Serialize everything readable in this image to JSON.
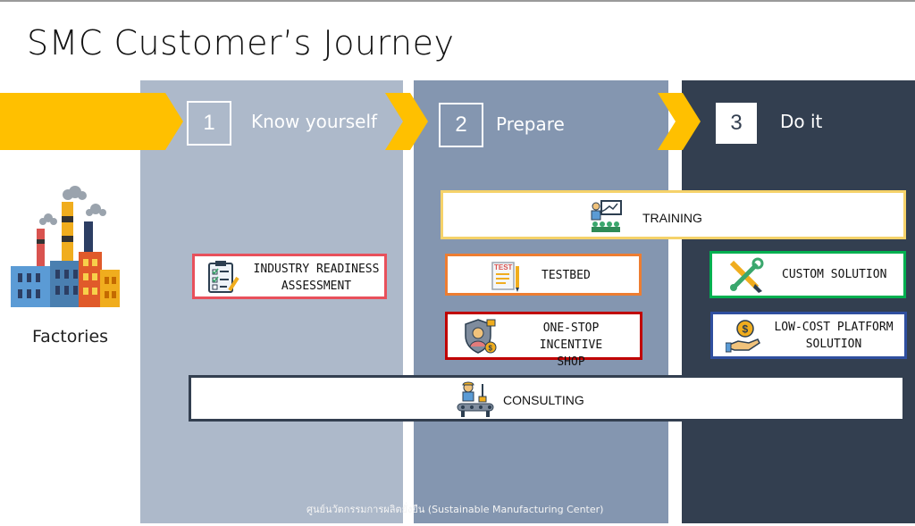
{
  "title": "SMC Customer’s  Journey",
  "steps": [
    {
      "number": "1",
      "label": "Know yourself"
    },
    {
      "number": "2",
      "label": "Prepare"
    },
    {
      "number": "3",
      "label": "Do it"
    }
  ],
  "factory": {
    "label": "Factories",
    "icon": "factory-icon"
  },
  "services": {
    "training": {
      "label": "TRAINING",
      "icon": "trainer-presentation-icon"
    },
    "industry_readiness": {
      "line1": "INDUSTRY READINESS",
      "line2": "ASSESSMENT",
      "icon": "checklist-clipboard-icon"
    },
    "testbed": {
      "label": "TESTBED",
      "icon": "test-document-icon"
    },
    "incentive": {
      "line1": "ONE-STOP INCENTIVE",
      "line2": "SHOP",
      "icon": "person-shield-coin-icon"
    },
    "custom_solution": {
      "label": "CUSTOM SOLUTION",
      "icon": "tools-icon"
    },
    "low_cost": {
      "line1": "LOW-COST PLATFORM",
      "line2": "SOLUTION",
      "icon": "hand-coin-icon"
    },
    "consulting": {
      "label": "CONSULTING",
      "icon": "worker-conveyor-icon"
    }
  },
  "footer": "ศูนย์นวัตกรรมการผลิตยั่งยืน (Sustainable Manufacturing Center)",
  "colors": {
    "arrow": "#ffc000",
    "col1": "#adb9ca",
    "col2": "#8496b0",
    "col3": "#333f50",
    "training_border": "#f5d26a",
    "readiness_border": "#e8505b",
    "testbed_border": "#ed7d31",
    "incentive_border": "#c00000",
    "custom_border": "#00b050",
    "lowcost_border": "#2f4f9f",
    "consulting_border": "#333f50"
  }
}
